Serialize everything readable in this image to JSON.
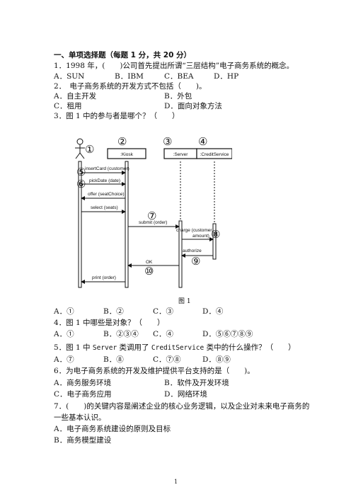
{
  "section": {
    "title": "一、单项选择题（每题 1 分，共 20 分）"
  },
  "questions": [
    {
      "stem": "1．1998 年，(　　)公司首先提出所谓“三层结构”电子商务系统的概念。",
      "options": [
        "A．SUN",
        "B．IBM",
        "C．BEA",
        "D．HP"
      ]
    },
    {
      "stem": "2．　电子商务系统的开发方式不包括（　　)。",
      "options": [
        "A．自主开发",
        "B．外包",
        "C．租用",
        "D．面向对象方法"
      ]
    },
    {
      "stem": "3．图 1 中的参与者是哪个？（　　）",
      "options": [
        "A．①",
        "B．②",
        "C．③",
        "D．④"
      ]
    },
    {
      "stem": "4．图 1 中哪些是对象？（　　）",
      "options": [
        "A．①",
        "B．②③④",
        "C．④",
        "D．⑤⑥⑦⑧⑨"
      ]
    },
    {
      "stem_pre": "5．图 1 中 ",
      "stem_code1": "Server",
      "stem_mid": " 类调用了 ",
      "stem_code2": "CreditService",
      "stem_post": " 类中的什么操作？（　　）",
      "options": [
        "A．⑦",
        "B．⑧",
        "C．⑦⑧",
        "D．⑧⑨"
      ]
    },
    {
      "stem": "6．为电子商务系统的开发及维护提供平台支持的是（　　)。",
      "options": [
        "A．商务服务环境",
        "B．软件及开发环境",
        "C．电子商务应用",
        "D．网络环境"
      ]
    },
    {
      "stem": "7．(　　)的关键内容是阐述企业的核心业务逻辑，以及企业对未来电子商务的",
      "stem_cont": "一些基本认识。",
      "options": [
        "A．电子商务系统建设的原则及目标",
        "B．商务模型建设"
      ]
    }
  ],
  "figure": {
    "caption": "图 1",
    "lifelines": [
      ":Kiosk",
      ":Server",
      ":CreditService"
    ],
    "messages": [
      "insertCard (customer)",
      "pickDate (date)",
      "offer (seatChoice)",
      "select (seats)",
      "submit (order)",
      "charge (customer,",
      "amount)",
      "authorize",
      "OK",
      "print (order)"
    ],
    "markers": [
      "①",
      "②",
      "③",
      "④",
      "⑤",
      "⑥",
      "⑦",
      "⑧",
      "⑨",
      "⑩"
    ]
  },
  "page_number": "1"
}
